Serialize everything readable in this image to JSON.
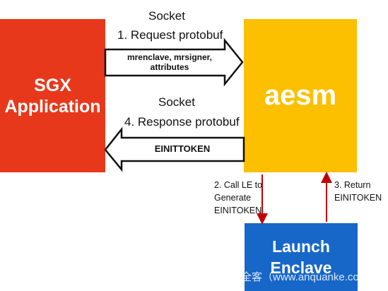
{
  "sgx_app": {
    "label": "SGX\nApplication",
    "color": "#e8381b"
  },
  "aesm": {
    "label": "aesm",
    "color": "#fcc000"
  },
  "launch_enclave": {
    "label": "Launch\nEnclave",
    "color": "#1767c8"
  },
  "request_arrow": {
    "socket_label": "Socket",
    "title": "1. Request protobuf",
    "payload": "mrenclave, mrsigner,\nattributes"
  },
  "response_arrow": {
    "socket_label": "Socket",
    "title": "4. Response protobuf",
    "payload": "EINITTOKEN"
  },
  "call_le": {
    "label": "2. Call LE to\nGenerate\nEINITOKEN"
  },
  "return_le": {
    "label": "3. Return\nEINITOKEN"
  },
  "edge_color": "#c00000",
  "watermark": "全客（www.anquanke.co"
}
